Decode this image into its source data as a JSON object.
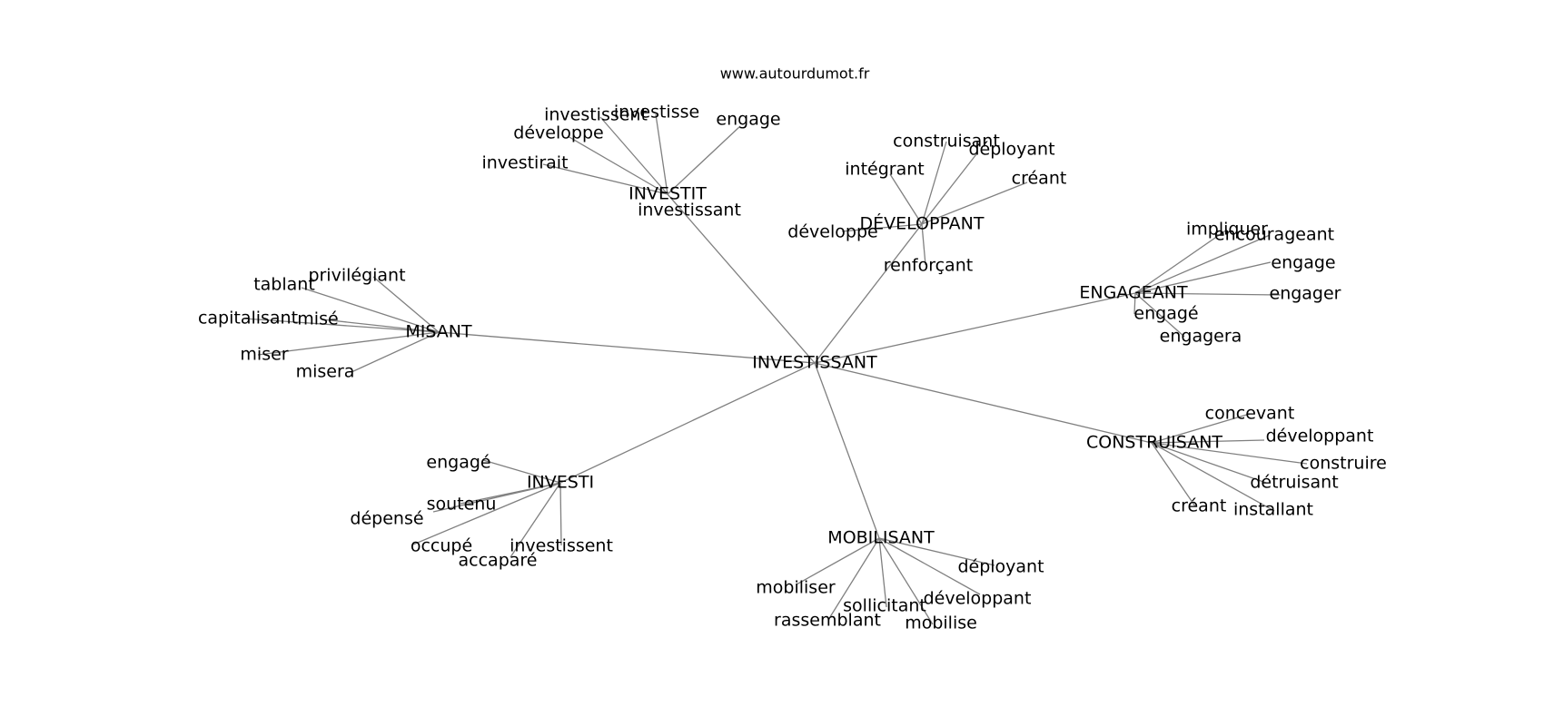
{
  "header": {
    "site": "www.autourdumot.fr"
  },
  "graph": {
    "center": "INVESTISSANT",
    "clusters": [
      {
        "hub": "INVESTIT",
        "words": [
          "investissant",
          "investisse",
          "investissent",
          "développe",
          "investirait",
          "engage"
        ]
      },
      {
        "hub": "DÉVELOPPANT",
        "words": [
          "construisant",
          "déployant",
          "intégrant",
          "créant",
          "développe",
          "renforçant"
        ]
      },
      {
        "hub": "ENGAGEANT",
        "words": [
          "impliquer",
          "encourageant",
          "engage",
          "engager",
          "engagé",
          "engagera"
        ]
      },
      {
        "hub": "MISANT",
        "words": [
          "privilégiant",
          "tablant",
          "capitalisant",
          "misé",
          "miser",
          "misera"
        ]
      },
      {
        "hub": "CONSTRUISANT",
        "words": [
          "concevant",
          "développant",
          "construire",
          "détruisant",
          "installant",
          "créant"
        ]
      },
      {
        "hub": "INVESTI",
        "words": [
          "engagé",
          "soutenu",
          "dépensé",
          "occupé",
          "accaparé",
          "investissent"
        ]
      },
      {
        "hub": "MOBILISANT",
        "words": [
          "mobiliser",
          "rassemblant",
          "sollicitant",
          "mobilise",
          "développant",
          "déployant"
        ]
      }
    ]
  }
}
